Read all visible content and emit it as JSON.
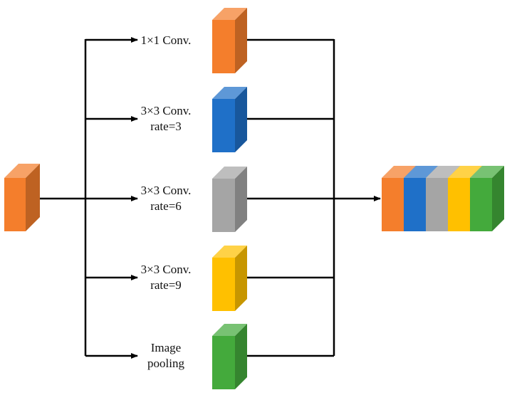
{
  "colors": {
    "orange": "#F47E2C",
    "blue": "#1F70C8",
    "gray": "#A5A5A5",
    "yellow": "#FFC000",
    "green": "#44AA3C",
    "line": "#000000"
  },
  "input_block": {
    "color": "orange"
  },
  "branches": [
    {
      "label_lines": [
        "1×1 Conv."
      ],
      "color": "orange"
    },
    {
      "label_lines": [
        "3×3 Conv.",
        "rate=3"
      ],
      "color": "blue"
    },
    {
      "label_lines": [
        "3×3 Conv.",
        "rate=6"
      ],
      "color": "gray"
    },
    {
      "label_lines": [
        "3×3 Conv.",
        "rate=9"
      ],
      "color": "yellow"
    },
    {
      "label_lines": [
        "Image",
        "pooling"
      ],
      "color": "green"
    }
  ],
  "output_stack": {
    "colors": [
      "orange",
      "blue",
      "gray",
      "yellow",
      "green"
    ]
  }
}
